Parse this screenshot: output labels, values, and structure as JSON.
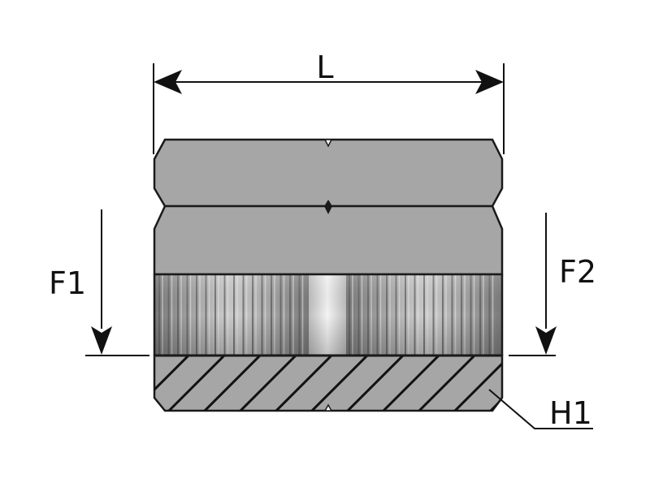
{
  "labels": {
    "length": "L",
    "thread_1": "F1",
    "thread_2": "F2",
    "hex": "H1"
  },
  "colors": {
    "body": "#a6a6a6",
    "outline": "#1a1a1a",
    "thread_dark": "#6f6f6f",
    "thread_light": "#d6d6d6"
  }
}
